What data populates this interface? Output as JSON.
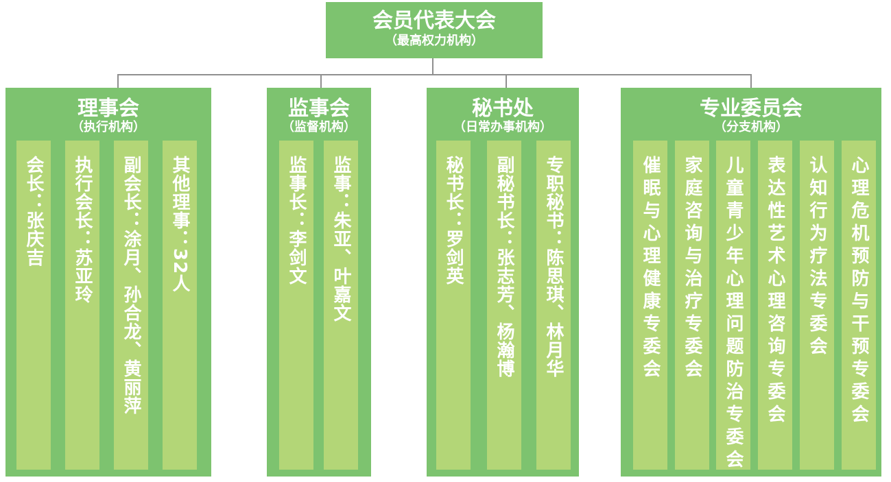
{
  "top": {
    "title": "会员代表大会",
    "subtitle": "（最高权力机构）"
  },
  "departments": [
    {
      "title": "理事会",
      "subtitle": "（执行机构）",
      "columns": [
        "会长：张庆吉",
        "执行会长：苏亚玲",
        "副会长：涂月、孙合龙、黄丽萍",
        "其他理事：32人"
      ]
    },
    {
      "title": "监事会",
      "subtitle": "（监督机构）",
      "columns": [
        "监事长：李剑文",
        "监事：朱亚、叶嘉文"
      ]
    },
    {
      "title": "秘书处",
      "subtitle": "（日常办事机构）",
      "columns": [
        "秘书长：罗剑英",
        "副秘书长：张志芳、杨瀚博",
        "专职秘书：陈思琪、林月华"
      ]
    },
    {
      "title": "专业委员会",
      "subtitle": "（分支机构）",
      "columns": [
        "催眠与心理健康专委会",
        "家庭咨询与治疗专委会",
        "儿童青少年心理问题防治专委会",
        "表达性艺术心理咨询专委会",
        "认知行为疗法专委会",
        "心理危机预防与干预专委会"
      ]
    }
  ]
}
